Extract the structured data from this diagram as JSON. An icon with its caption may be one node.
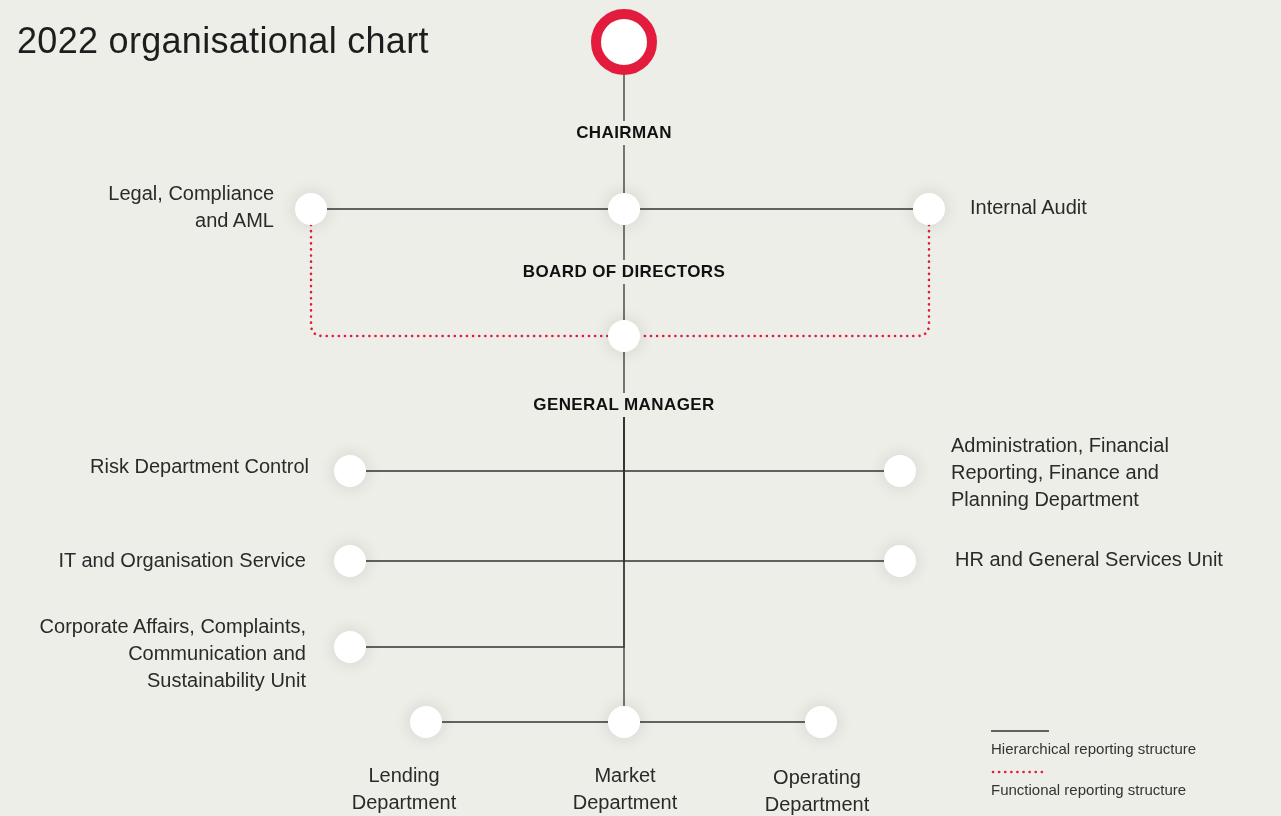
{
  "diagram": {
    "title": "2022 organisational chart",
    "nodes": [
      {
        "text": [],
        "shape": "ring"
      },
      {
        "text": [
          "CHAIRMAN"
        ]
      },
      {
        "text": [],
        "shape": "circle"
      },
      {
        "text": [],
        "shape": "circle",
        "beside": [
          "Legal, Compliance and AML"
        ]
      },
      {
        "text": [],
        "shape": "circle",
        "beside": [
          "Internal Audit"
        ]
      },
      {
        "text": [
          "BOARD OF DIRECTORS"
        ]
      },
      {
        "text": [],
        "shape": "circle"
      },
      {
        "text": [
          "GENERAL MANAGER"
        ]
      },
      {
        "text": [],
        "shape": "circle",
        "beside": [
          "Risk Department Control"
        ]
      },
      {
        "text": [],
        "shape": "circle",
        "beside": [
          "Administration, Financial Reporting, Finance and Planning Department"
        ]
      },
      {
        "text": [],
        "shape": "circle",
        "beside": [
          "IT and Organisation Service"
        ]
      },
      {
        "text": [],
        "shape": "circle",
        "beside": [
          "HR and General Services Unit"
        ]
      },
      {
        "text": [],
        "shape": "circle",
        "beside": [
          "Corporate Affairs, Complaints, Communication and Sustainability Unit"
        ]
      },
      {
        "text": [],
        "shape": "circle",
        "beside": [
          "Lending Department"
        ]
      },
      {
        "text": [],
        "shape": "circle",
        "beside": [
          "Market Department"
        ]
      },
      {
        "text": [],
        "shape": "circle",
        "beside": [
          "Operating Department"
        ]
      }
    ],
    "edges": [
      {
        "from": 0,
        "to": 1,
        "arrow": "none"
      },
      {
        "from": 1,
        "to": 2,
        "arrow": "none"
      },
      {
        "from": 2,
        "to": 3,
        "arrow": "none"
      },
      {
        "from": 2,
        "to": 4,
        "arrow": "none"
      },
      {
        "from": 2,
        "to": 5,
        "arrow": "none"
      },
      {
        "from": 5,
        "to": 6,
        "arrow": "none"
      },
      {
        "from": 3,
        "to": 6,
        "arrow": "none",
        "style": "dashed",
        "color": "#e31c3d"
      },
      {
        "from": 4,
        "to": 6,
        "arrow": "none",
        "style": "dashed",
        "color": "#e31c3d"
      },
      {
        "from": 6,
        "to": 7,
        "arrow": "none"
      },
      {
        "from": 7,
        "to": 8,
        "arrow": "none"
      },
      {
        "from": 7,
        "to": 9,
        "arrow": "none"
      },
      {
        "from": 7,
        "to": 10,
        "arrow": "none"
      },
      {
        "from": 7,
        "to": 11,
        "arrow": "none"
      },
      {
        "from": 7,
        "to": 12,
        "arrow": "none"
      },
      {
        "from": 7,
        "to": 14,
        "arrow": "none"
      },
      {
        "from": 14,
        "to": 13,
        "arrow": "none"
      },
      {
        "from": 14,
        "to": 15,
        "arrow": "none"
      }
    ],
    "legend": [
      {
        "text": "Hierarchical reporting structure"
      },
      {
        "text": "Functional reporting structure"
      }
    ]
  }
}
